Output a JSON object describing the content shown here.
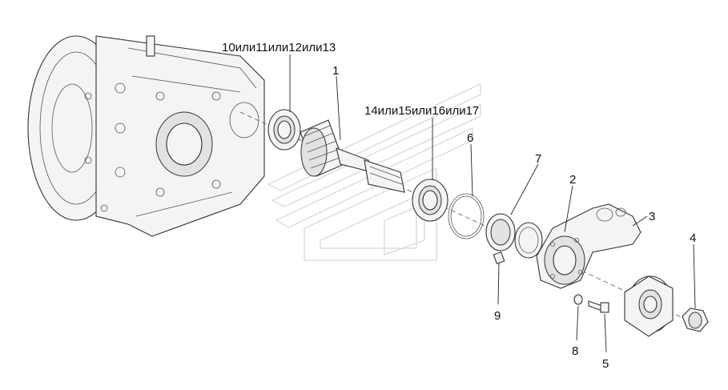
{
  "labels": {
    "l1": "1",
    "l2": "2",
    "l3": "3",
    "l4": "4",
    "l5": "5",
    "l6": "6",
    "l7": "7",
    "l8": "8",
    "l9": "9",
    "l10": "10или11или12или13",
    "l14": "14или15или16или17"
  },
  "colors": {
    "line": "#222222",
    "fill": "#f4f4f4",
    "watermark": "#d6d6d6"
  }
}
